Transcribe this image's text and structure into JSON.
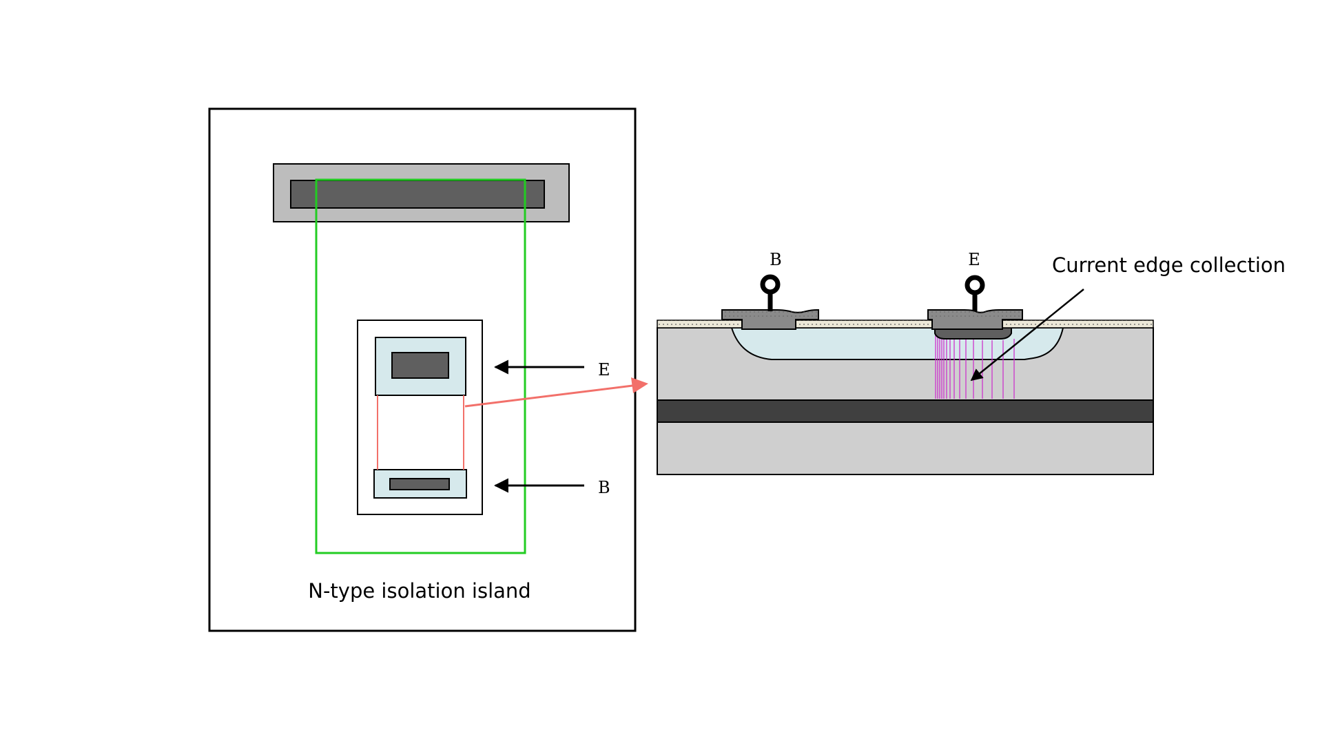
{
  "labels": {
    "island": "N-type isolation island",
    "plan_emitter": "E",
    "plan_base": "B",
    "section_base": "B",
    "section_emitter": "E",
    "annotation": "Current edge collection"
  },
  "colors": {
    "outline": "#000000",
    "isolation_outline": "#22cc22",
    "link_arrow": "#f2706a",
    "diffusion": "#d6e9ec",
    "contact": "#5f5f5f",
    "collector_contact_frame": "#bdbdbd",
    "substrate": "#cfcfcf",
    "buried_layer": "#404040",
    "oxide": "#ece8d8",
    "metal": "#8a8a8a",
    "current_lines": "#cc33cc"
  }
}
